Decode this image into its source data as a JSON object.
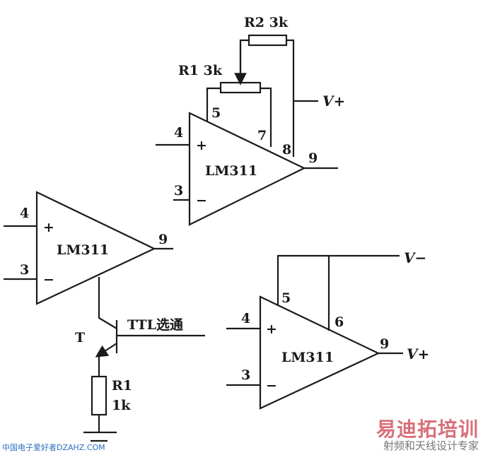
{
  "amp_top": {
    "name": "LM311",
    "pin_plus": "4",
    "pin_minus": "3",
    "pin_out": "9",
    "pin5": "5",
    "pin7": "7",
    "pin8": "8",
    "sign_plus": "+",
    "sign_minus": "−",
    "r1_label": "R1  3k",
    "r2_label": "R2  3k",
    "vplus": "V+"
  },
  "amp_left": {
    "name": "LM311",
    "pin_plus": "4",
    "pin_minus": "3",
    "pin_out": "9",
    "sign_plus": "+",
    "sign_minus": "−",
    "transistor": "T",
    "ttl": "TTL选通",
    "r_name": "R1",
    "r_value": "1k"
  },
  "amp_right": {
    "name": "LM311",
    "pin_plus": "4",
    "pin_minus": "3",
    "pin_out": "9",
    "pin5": "5",
    "pin6": "6",
    "sign_plus": "+",
    "sign_minus": "−",
    "vminus": "V−",
    "vplus": "V+"
  },
  "watermarks": {
    "left": "中国电子爱好者DZAHZ.COM",
    "brand": "易迪拓培训",
    "slogan": "射频和天线设计专家"
  }
}
